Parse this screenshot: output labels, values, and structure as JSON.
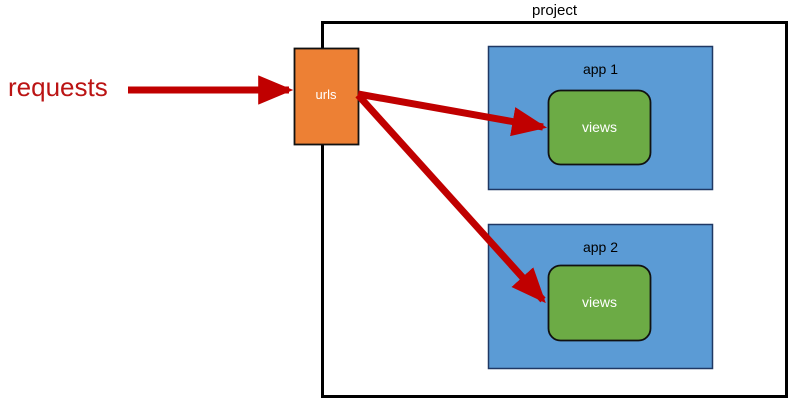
{
  "diagram": {
    "title": "project",
    "nodes": {
      "requests_label": "requests",
      "urls": "urls",
      "app1": "app 1",
      "app2": "app 2",
      "views1": "views",
      "views2": "views"
    },
    "colors": {
      "urls_fill": "#ed8034",
      "app_fill": "#5b9bd5",
      "views_fill": "#6cab45",
      "arrow": "#c00000",
      "requests_text": "#bb1414",
      "border": "#000000",
      "background": "#ffffff"
    }
  }
}
